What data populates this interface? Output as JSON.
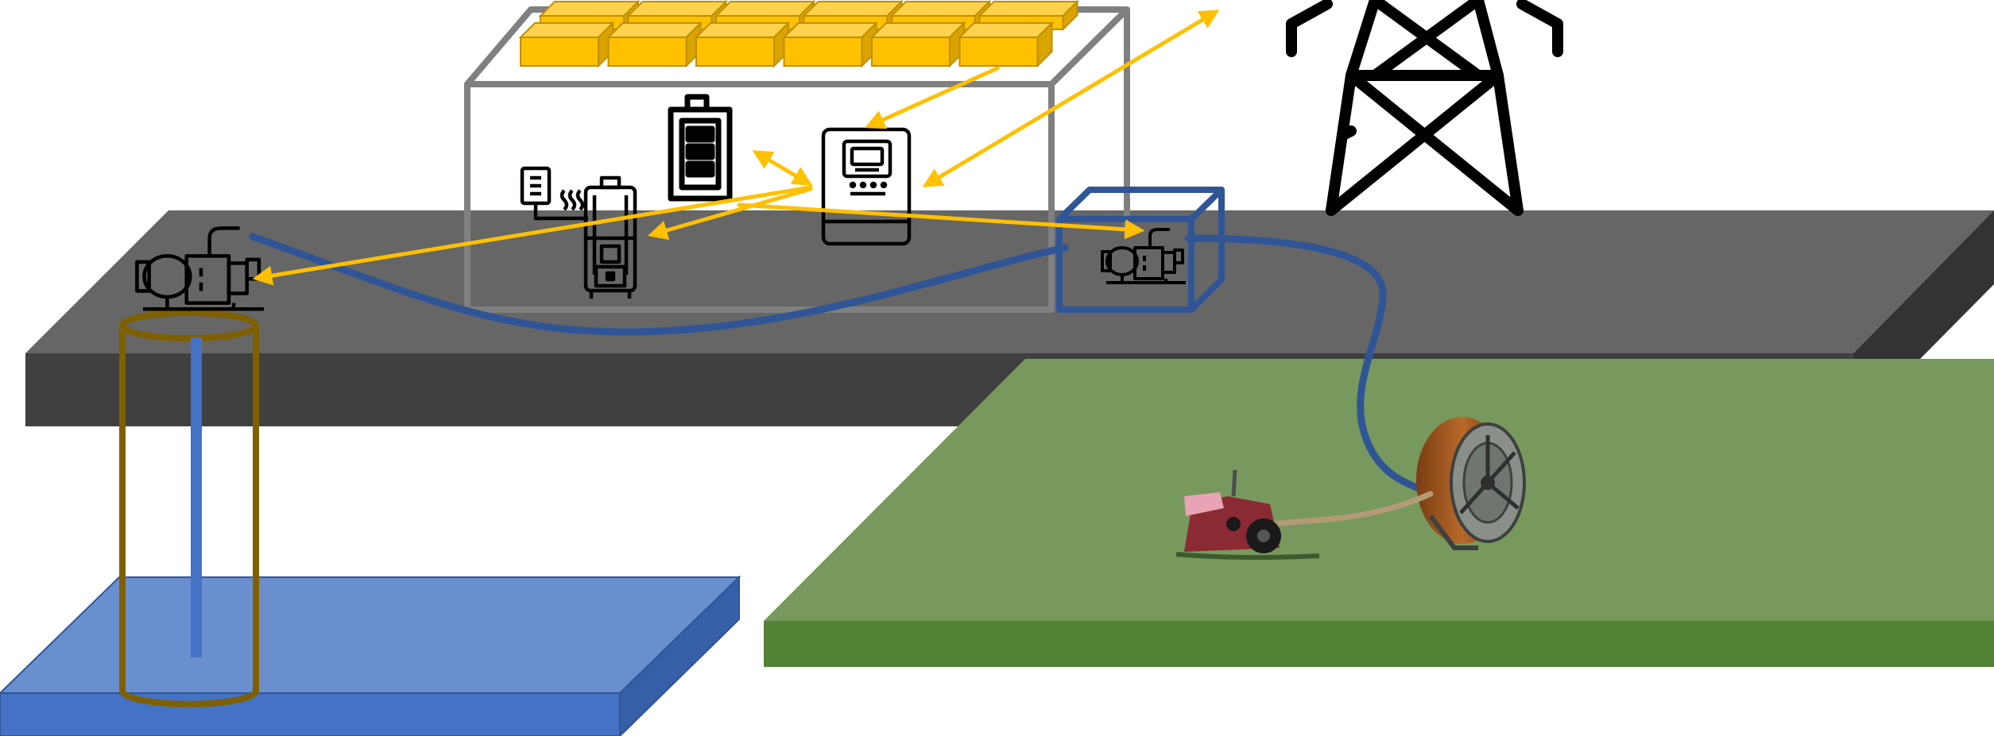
{
  "diagram": {
    "components": [
      {
        "id": "solar-panel-array",
        "icon": "solar-panel-icon"
      },
      {
        "id": "battery",
        "icon": "battery-icon"
      },
      {
        "id": "inverter-controller",
        "icon": "inverter-icon"
      },
      {
        "id": "water-heater",
        "icon": "water-heater-icon"
      },
      {
        "id": "well-pump",
        "icon": "pump-icon"
      },
      {
        "id": "booster-pump",
        "icon": "pump-icon"
      },
      {
        "id": "power-grid-pylon",
        "icon": "transmission-tower-icon"
      },
      {
        "id": "hose-reel-irrigator",
        "icon": "hose-reel-icon"
      },
      {
        "id": "irrigation-sprinkler-cart",
        "icon": "sprinkler-cart-icon"
      }
    ],
    "energy_flows": [
      {
        "from": "solar-panel-array",
        "to": "inverter-controller"
      },
      {
        "from": "power-grid-pylon",
        "to": "inverter-controller",
        "bidirectional": true
      },
      {
        "from": "battery",
        "to": "inverter-controller",
        "bidirectional": true
      },
      {
        "from": "inverter-controller",
        "to": "water-heater"
      },
      {
        "from": "inverter-controller",
        "to": "well-pump"
      },
      {
        "from": "inverter-controller",
        "to": "booster-pump"
      }
    ],
    "water_flows": [
      {
        "from": "water-reservoir",
        "to": "well-pump"
      },
      {
        "from": "well-pump",
        "to": "booster-pump"
      },
      {
        "from": "booster-pump",
        "to": "hose-reel-irrigator"
      }
    ],
    "colors": {
      "energy_arrow": "#ffc000",
      "water_pipe": "#2f5597",
      "ground_top": "#666666",
      "ground_side": "#404040",
      "field_top": "#77995d",
      "field_side": "#548235",
      "water_top": "#6a8fcf",
      "water_side": "#4472c4",
      "well_casing": "#7f6000",
      "building_frame": "#808080",
      "solar_panel": "#ffc000"
    }
  }
}
